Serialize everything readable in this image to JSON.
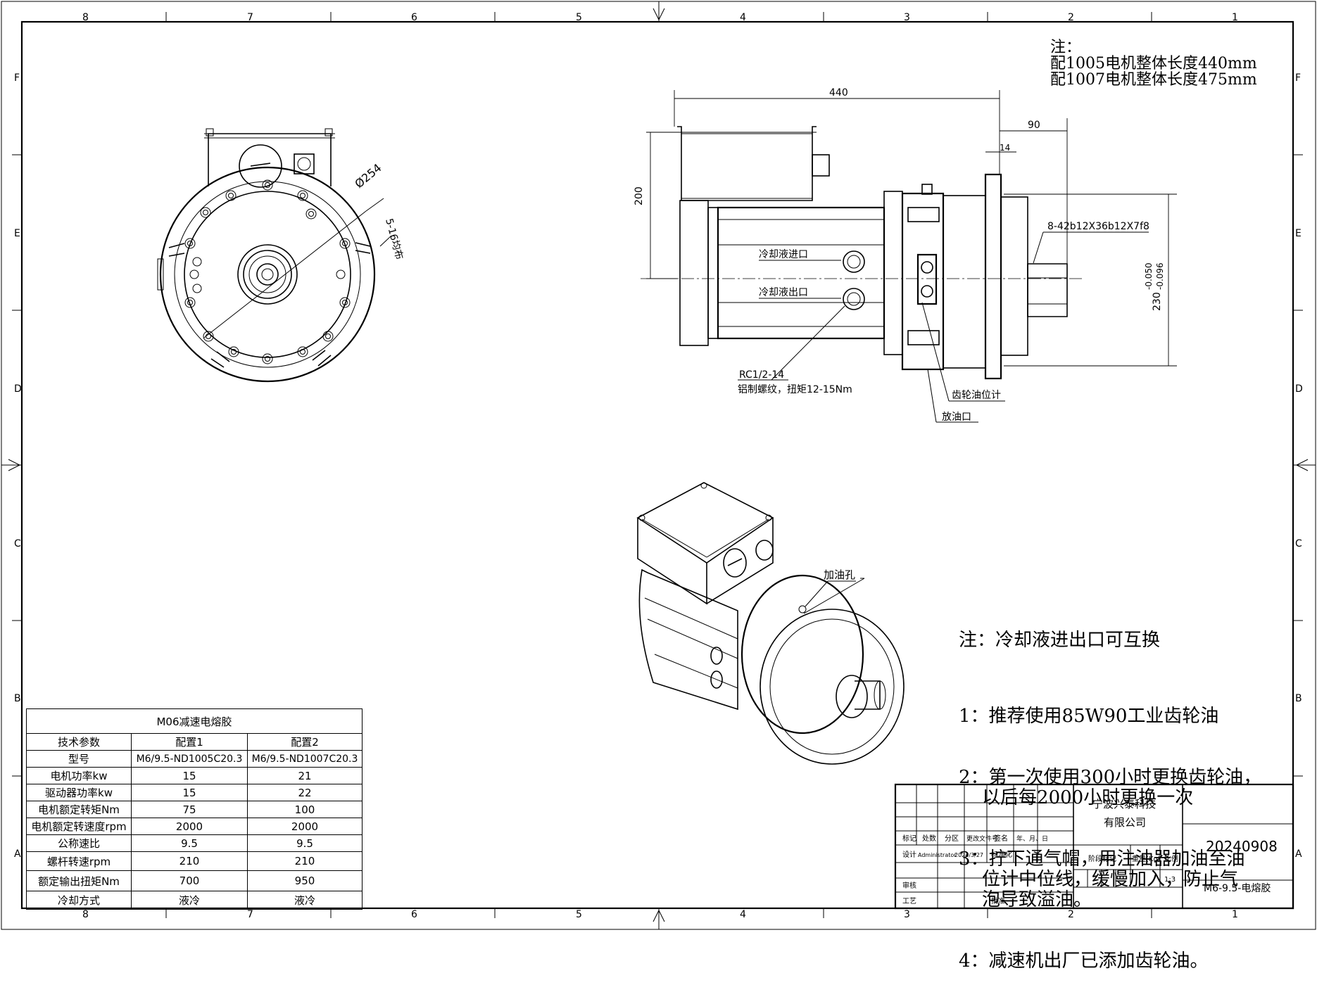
{
  "border": {
    "cols_top": [
      "8",
      "7",
      "6",
      "5",
      "4",
      "3",
      "2",
      "1"
    ],
    "rows_left": [
      "F",
      "E",
      "D",
      "C",
      "B",
      "A"
    ]
  },
  "notes_top": {
    "line1": "注：",
    "line2": "配1005电机整体长度440mm",
    "line3": "配1007电机整体长度475mm"
  },
  "front_view": {
    "dia_label": "Ø254",
    "holes_label": "5-16均布"
  },
  "side_view": {
    "dim_440": "440",
    "dim_90": "90",
    "dim_14": "14",
    "dim_200": "200",
    "dim_230": "230",
    "dim_230_tol_upper": "-0.050",
    "dim_230_tol_lower": "-0.096",
    "spline": "8-42b12X36b12X7f8",
    "coolant_in": "冷却液进口",
    "coolant_out": "冷却液出口",
    "thread_spec": "RC1/2-14",
    "thread_note": "铝制螺纹，扭矩12-15Nm",
    "oil_gauge": "齿轮油位计",
    "drain": "放油口"
  },
  "iso_view": {
    "fill_hole": "加油孔"
  },
  "notes_right": {
    "title": "注：冷却液进出口可互换",
    "items": [
      "1：推荐使用85W90工业齿轮油",
      "2：第一次使用300小时更换齿轮油，\n    以后每2000小时更换一次",
      "3：拧下通气帽，用注油器加油至油\n    位计中位线，缓慢加入，防止气\n    泡导致溢油。",
      "4：减速机出厂已添加齿轮油。"
    ]
  },
  "spec_table": {
    "title": "M06减速电熔胶",
    "headers": [
      "技术参数",
      "配置1",
      "配置2"
    ],
    "rows": [
      [
        "型号",
        "M6/9.5-ND1005C20.3",
        "M6/9.5-ND1007C20.3"
      ],
      [
        "电机功率kw",
        "15",
        "21"
      ],
      [
        "驱动器功率kw",
        "15",
        "22"
      ],
      [
        "电机额定转矩Nm",
        "75",
        "100"
      ],
      [
        "电机额定转速度rpm",
        "2000",
        "2000"
      ],
      [
        "公称速比",
        "9.5",
        "9.5"
      ],
      [
        "螺杆转速rpm",
        "210",
        "210"
      ],
      [
        "额定输出扭矩Nm",
        "700",
        "950"
      ],
      [
        "冷却方式",
        "液冷",
        "液冷"
      ]
    ]
  },
  "title_block": {
    "company_line1": "宁波兴泰科技",
    "company_line2": "有限公司",
    "drawing_no": "20240908",
    "drawing_name": "M6-9.5-电熔胶",
    "col_labels": [
      "标记",
      "处数",
      "分区",
      "更改文件号",
      "签名",
      "年、月、日"
    ],
    "design": "设计",
    "designer": "Administrator",
    "design_date": "2024/3/27",
    "standardize": "标准化",
    "review": "审核",
    "process": "工艺",
    "approve": "批准",
    "stage_mark": "阶段标记",
    "weight": "重量(Kg)",
    "scale_label": "比例",
    "scale": "1:3"
  },
  "colors": {
    "line": "#000000",
    "paper": "#ffffff"
  }
}
